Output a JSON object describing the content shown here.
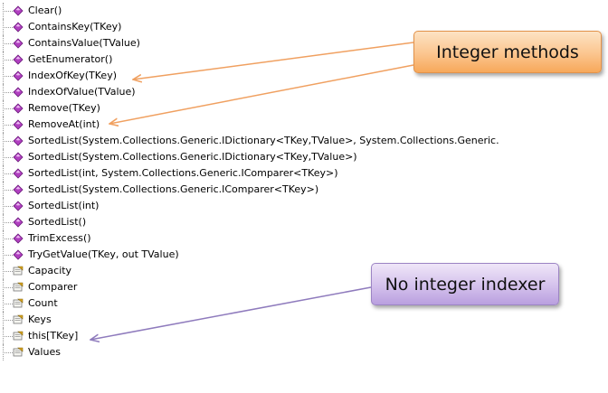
{
  "members": [
    {
      "label": "Clear()",
      "kind": "method",
      "icon": "method-icon"
    },
    {
      "label": "ContainsKey(TKey)",
      "kind": "method",
      "icon": "method-icon"
    },
    {
      "label": "ContainsValue(TValue)",
      "kind": "method",
      "icon": "method-icon"
    },
    {
      "label": "GetEnumerator()",
      "kind": "method",
      "icon": "method-icon"
    },
    {
      "label": "IndexOfKey(TKey)",
      "kind": "method",
      "icon": "method-icon"
    },
    {
      "label": "IndexOfValue(TValue)",
      "kind": "method",
      "icon": "method-icon"
    },
    {
      "label": "Remove(TKey)",
      "kind": "method",
      "icon": "method-icon"
    },
    {
      "label": "RemoveAt(int)",
      "kind": "method",
      "icon": "method-icon"
    },
    {
      "label": "SortedList(System.Collections.Generic.IDictionary<TKey,TValue>, System.Collections.Generic.",
      "kind": "method",
      "icon": "method-icon"
    },
    {
      "label": "SortedList(System.Collections.Generic.IDictionary<TKey,TValue>)",
      "kind": "method",
      "icon": "method-icon"
    },
    {
      "label": "SortedList(int, System.Collections.Generic.IComparer<TKey>)",
      "kind": "method",
      "icon": "method-icon"
    },
    {
      "label": "SortedList(System.Collections.Generic.IComparer<TKey>)",
      "kind": "method",
      "icon": "method-icon"
    },
    {
      "label": "SortedList(int)",
      "kind": "method",
      "icon": "method-icon"
    },
    {
      "label": "SortedList()",
      "kind": "method",
      "icon": "method-icon"
    },
    {
      "label": "TrimExcess()",
      "kind": "method",
      "icon": "method-icon"
    },
    {
      "label": "TryGetValue(TKey, out TValue)",
      "kind": "method",
      "icon": "method-icon"
    },
    {
      "label": "Capacity",
      "kind": "property",
      "icon": "property-icon"
    },
    {
      "label": "Comparer",
      "kind": "property",
      "icon": "property-icon"
    },
    {
      "label": "Count",
      "kind": "property",
      "icon": "property-icon"
    },
    {
      "label": "Keys",
      "kind": "property",
      "icon": "property-icon"
    },
    {
      "label": "this[TKey]",
      "kind": "property",
      "icon": "property-icon"
    },
    {
      "label": "Values",
      "kind": "property",
      "icon": "property-icon"
    }
  ],
  "callouts": {
    "integer_methods": "Integer methods",
    "no_integer_indexer": "No integer indexer"
  },
  "colors": {
    "method_icon": "#b040c0",
    "property_icon": "#d9a520",
    "arrow_orange": "#f0a060",
    "arrow_purple": "#8f7bbd"
  }
}
